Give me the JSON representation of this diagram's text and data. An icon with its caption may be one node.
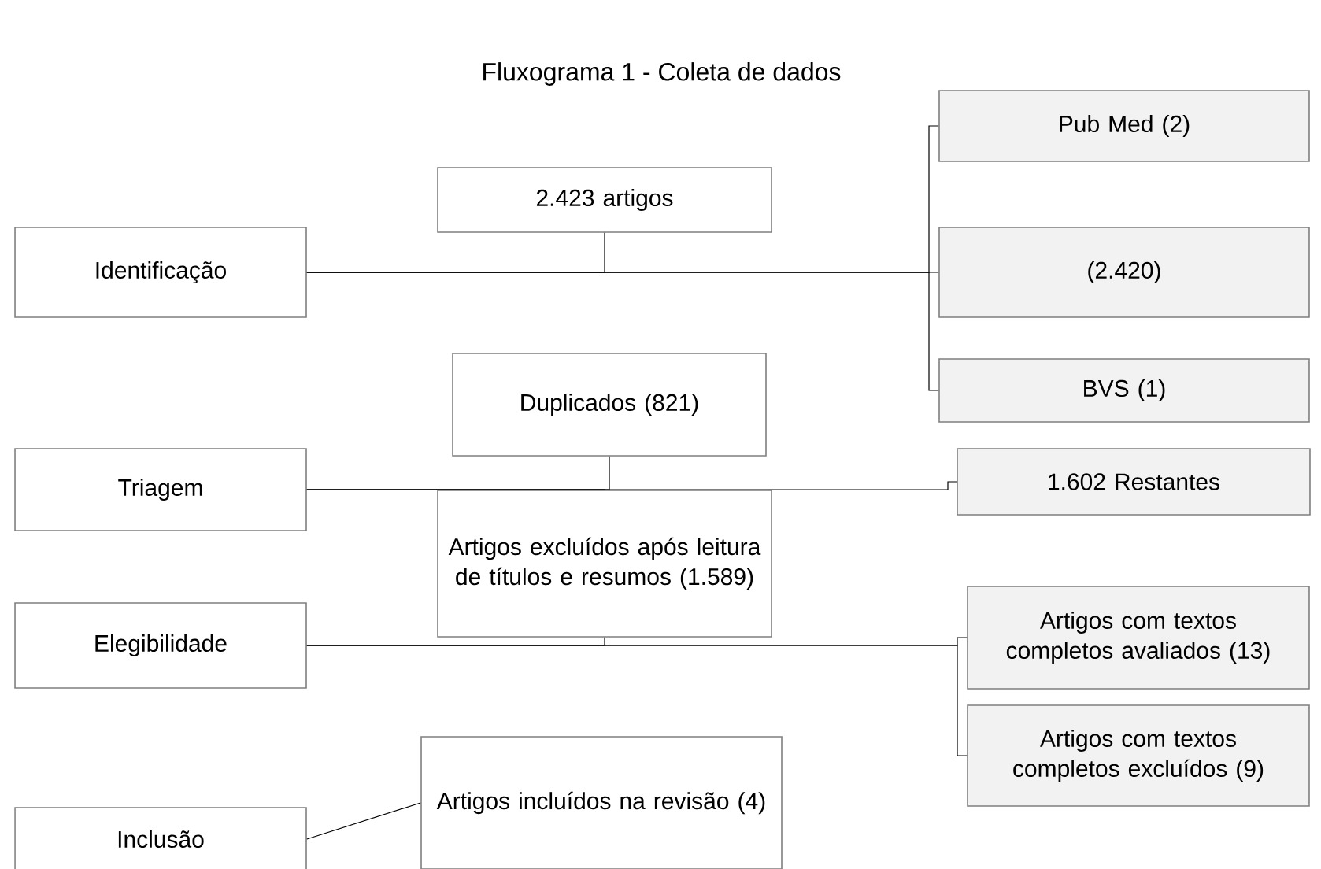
{
  "diagram": {
    "title": "Fluxograma 1 - Coleta de dados",
    "nodes": [
      {
        "text": [
          "Identificação"
        ]
      },
      {
        "text": [
          "2.423 artigos"
        ]
      },
      {
        "text": [
          "Pub Med (2)"
        ]
      },
      {
        "text": [
          "(2.420)"
        ]
      },
      {
        "text": [
          "BVS (1)"
        ]
      },
      {
        "text": [
          "Triagem"
        ]
      },
      {
        "text": [
          "Duplicados (821)"
        ]
      },
      {
        "text": [
          "1.602 Restantes"
        ]
      },
      {
        "text": [
          "Artigos excluídos após leitura de títulos e resumos (1.589)"
        ]
      },
      {
        "text": [
          "Elegibilidade"
        ]
      },
      {
        "text": [
          "Artigos com textos completos avaliados (13)"
        ]
      },
      {
        "text": [
          "Artigos com textos completos excluídos (9)"
        ]
      },
      {
        "text": [
          "Inclusão"
        ]
      },
      {
        "text": [
          "Artigos incluídos na revisão (4)"
        ]
      }
    ],
    "edges": [
      {
        "from": 0,
        "to": 2,
        "arrow": "none"
      },
      {
        "from": 0,
        "to": 3,
        "arrow": "none"
      },
      {
        "from": 0,
        "to": 4,
        "arrow": "none"
      },
      {
        "from": 1,
        "to": 0,
        "arrow": "none"
      },
      {
        "from": 5,
        "to": 7,
        "arrow": "none"
      },
      {
        "from": 6,
        "to": 5,
        "arrow": "none"
      },
      {
        "from": 8,
        "to": 5,
        "arrow": "none"
      },
      {
        "from": 9,
        "to": 10,
        "arrow": "none"
      },
      {
        "from": 9,
        "to": 11,
        "arrow": "none"
      },
      {
        "from": 8,
        "to": 9,
        "arrow": "none"
      },
      {
        "from": 12,
        "to": 13,
        "arrow": "none"
      }
    ]
  }
}
